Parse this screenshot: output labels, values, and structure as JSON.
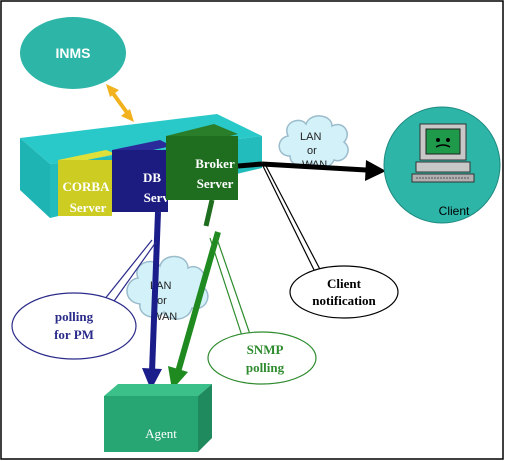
{
  "nodes": {
    "inms": {
      "label": "INMS"
    },
    "corba_server": {
      "line1": "CORBA",
      "line2": "Server"
    },
    "db_server": {
      "line1": "DB",
      "line2": "Server"
    },
    "broker_server": {
      "line1": "Broker",
      "line2": "Server"
    },
    "client": {
      "label": "Client"
    },
    "agent": {
      "label": "Agent"
    }
  },
  "clouds": {
    "top": {
      "line1": "LAN",
      "line2": "or",
      "line3": "WAN"
    },
    "bottom": {
      "line1": "LAN",
      "line2": "or",
      "line3": "WAN"
    }
  },
  "callouts": {
    "client_notification": {
      "line1": "Client",
      "line2": "notification"
    },
    "polling_pm": {
      "line1": "polling",
      "line2": "for PM"
    },
    "snmp_polling": {
      "line1": "SNMP",
      "line2": "polling"
    }
  },
  "colors": {
    "inms_fill": "#2db5a8",
    "platform_top": "#29c9c9",
    "platform_front": "#1fb4b4",
    "corba_fill": "#cccc22",
    "db_fill": "#1c1c80",
    "broker_fill": "#1f6e1f",
    "agent_fill": "#27a673",
    "client_fill": "#2db5a8",
    "cloud_fill": "#d2f1f8",
    "cloud_stroke": "#9bbccc",
    "arrow_navy": "#1b1d8a",
    "arrow_green": "#1f8a1f",
    "arrow_yellow": "#f2b21e",
    "callout_navy": "#2b2b8a",
    "callout_green": "#2e8b2e"
  }
}
